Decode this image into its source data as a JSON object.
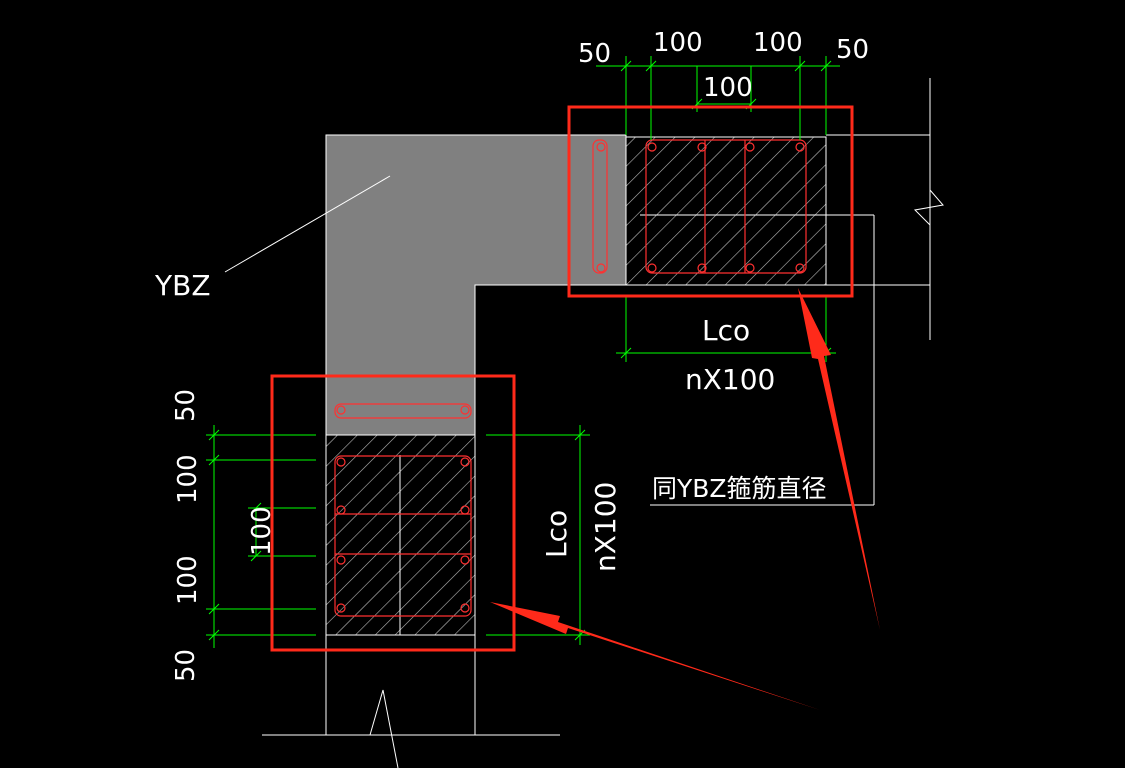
{
  "colors": {
    "background": "#000000",
    "wall_fill": "#808080",
    "highlight": "#ff2a1a",
    "dimension": "#00ff00",
    "rebar": "#ff3030",
    "outline": "#ffffff"
  },
  "labels": {
    "ybz": "YBZ",
    "note": "同YBZ箍筋直径",
    "lco_top": "Lco",
    "nx100_top": "nX100",
    "lco_left": "Lco",
    "nx100_left": "nX100"
  },
  "top_dims": {
    "d50_left": "50",
    "d100_a": "100",
    "d100_b": "100",
    "d50_right": "50",
    "d100_mid": "100"
  },
  "left_dims": {
    "d50_top": "50",
    "d100_a": "100",
    "d100_mid": "100",
    "d100_b": "100",
    "d50_bottom": "50"
  }
}
